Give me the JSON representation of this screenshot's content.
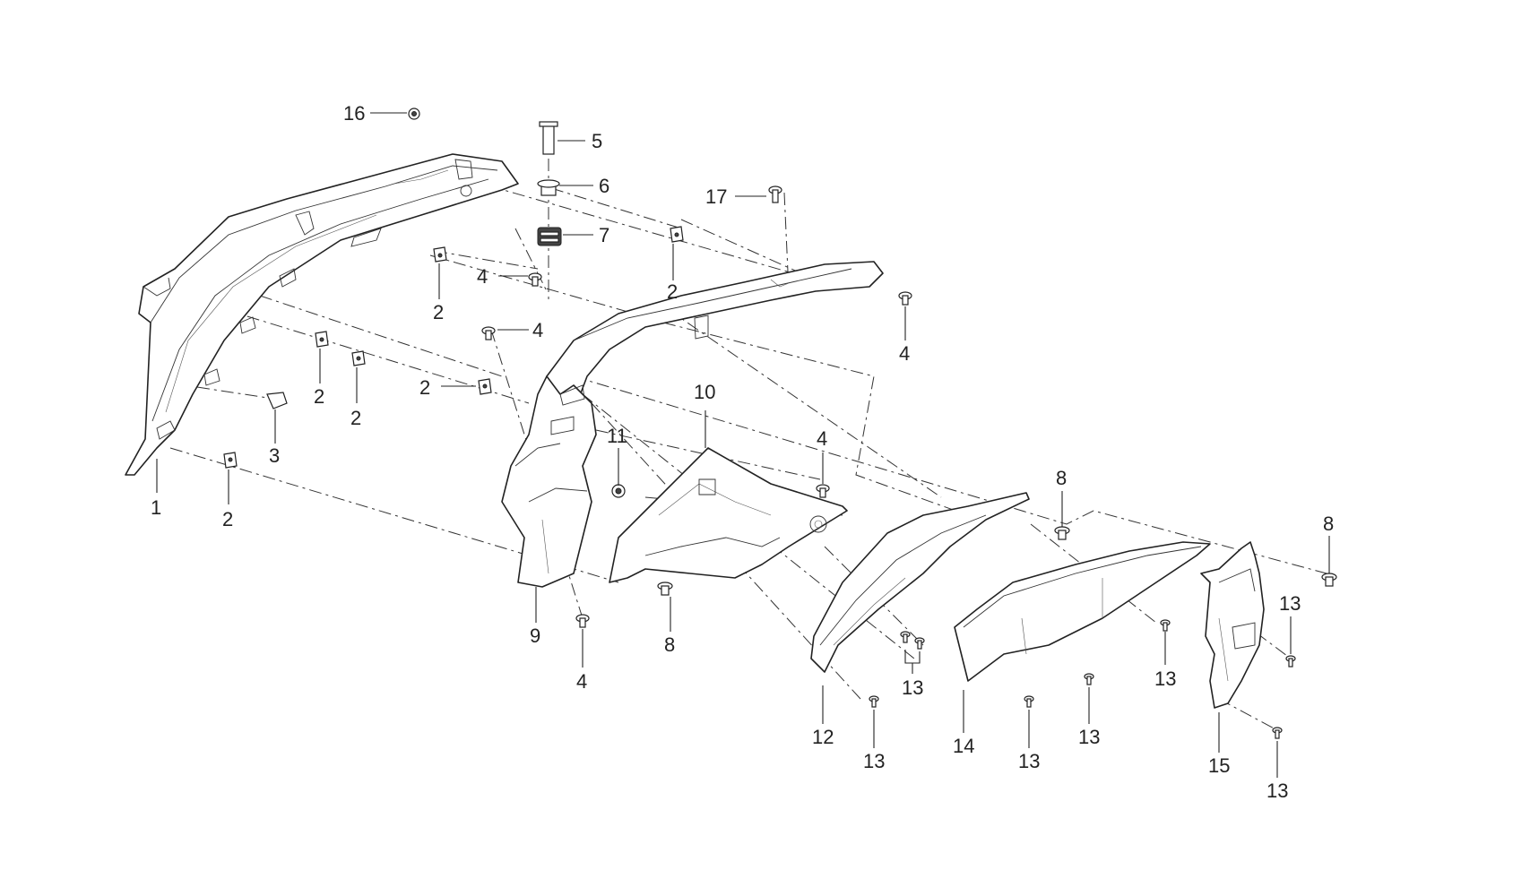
{
  "callouts": [
    {
      "id": "c16",
      "label": "16"
    },
    {
      "id": "c5",
      "label": "5"
    },
    {
      "id": "c6",
      "label": "6"
    },
    {
      "id": "c7",
      "label": "7"
    },
    {
      "id": "c17",
      "label": "17"
    },
    {
      "id": "c2a",
      "label": "2"
    },
    {
      "id": "c4a",
      "label": "4"
    },
    {
      "id": "c2b",
      "label": "2"
    },
    {
      "id": "c4b",
      "label": "4"
    },
    {
      "id": "c4c",
      "label": "4"
    },
    {
      "id": "c2c",
      "label": "2"
    },
    {
      "id": "c2d",
      "label": "2"
    },
    {
      "id": "c2e",
      "label": "2"
    },
    {
      "id": "c3",
      "label": "3"
    },
    {
      "id": "c1",
      "label": "1"
    },
    {
      "id": "c2f",
      "label": "2"
    },
    {
      "id": "c10",
      "label": "10"
    },
    {
      "id": "c11",
      "label": "11"
    },
    {
      "id": "c4d",
      "label": "4"
    },
    {
      "id": "c8a",
      "label": "8"
    },
    {
      "id": "c8b",
      "label": "8"
    },
    {
      "id": "c9",
      "label": "9"
    },
    {
      "id": "c4e",
      "label": "4"
    },
    {
      "id": "c8c",
      "label": "8"
    },
    {
      "id": "c13a",
      "label": "13"
    },
    {
      "id": "c13b",
      "label": "13"
    },
    {
      "id": "c13c",
      "label": "13"
    },
    {
      "id": "c12",
      "label": "12"
    },
    {
      "id": "c13d",
      "label": "13"
    },
    {
      "id": "c14",
      "label": "14"
    },
    {
      "id": "c13e",
      "label": "13"
    },
    {
      "id": "c13f",
      "label": "13"
    },
    {
      "id": "c15",
      "label": "15"
    },
    {
      "id": "c13g",
      "label": "13"
    }
  ]
}
